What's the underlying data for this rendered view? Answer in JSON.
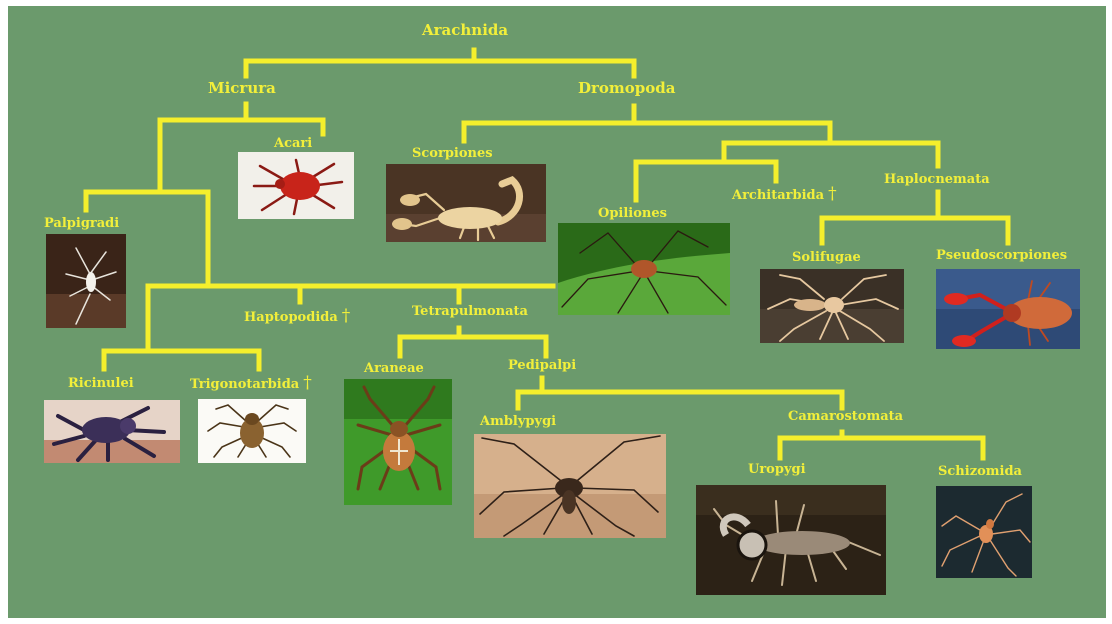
{
  "colors": {
    "background": "#6b9a6c",
    "line": "#f5ef2c",
    "label": "#f2ef3a"
  },
  "dagger": "†",
  "taxa": {
    "arachnida": "Arachnida",
    "micrura": "Micrura",
    "dromopoda": "Dromopoda",
    "acari": "Acari",
    "palpigradi": "Palpigradi",
    "haptopodida": "Haptopodida",
    "tetrapulmonata": "Tetrapulmonata",
    "ricinulei": "Ricinulei",
    "trigonotarbida": "Trigonotarbida",
    "araneae": "Araneae",
    "pedipalpi": "Pedipalpi",
    "amblypygi": "Amblypygi",
    "camarostomata": "Camarostomata",
    "uropygi": "Uropygi",
    "schizomida": "Schizomida",
    "scorpiones": "Scorpiones",
    "opiliones": "Opiliones",
    "architarbida": "Architarbida",
    "haplocnemata": "Haplocnemata",
    "solifugae": "Solifugae",
    "pseudoscorpiones": "Pseudoscorpiones"
  }
}
